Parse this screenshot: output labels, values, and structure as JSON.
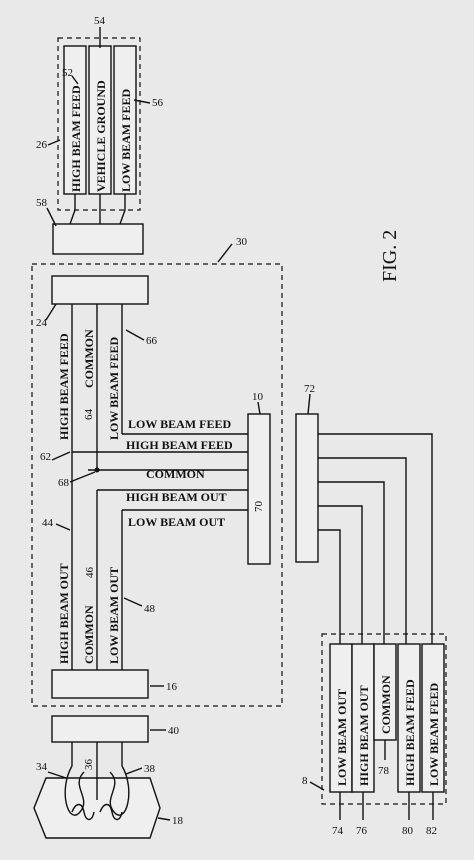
{
  "figure": {
    "title": "FIG. 2"
  },
  "top_harness": {
    "wires": [
      "HIGH BEAM FEED",
      "VEHICLE GROUND",
      "LOW BEAM FEED"
    ],
    "refs": {
      "group": "26",
      "high": "52",
      "ground": "54",
      "low": "56",
      "connector": "58"
    }
  },
  "module": {
    "ref": "30",
    "connector_top_ref": "24",
    "connector_bottom_ref": "16",
    "controller_ref": "10",
    "controller_pin_ref": "70",
    "left_top_wires": [
      "HIGH BEAM FEED",
      "COMMON",
      "LOW BEAM FEED"
    ],
    "left_top_refs": {
      "common": "64",
      "low": "66",
      "high": "62"
    },
    "left_bottom_wires": [
      "HIGH BEAM OUT",
      "COMMON",
      "LOW BEAM OUT"
    ],
    "left_bottom_refs": {
      "high": "44",
      "common": "46",
      "low": "48"
    },
    "common_ref": "68",
    "horizontal_wires": [
      "LOW BEAM FEED",
      "HIGH BEAM FEED",
      "COMMON",
      "HIGH BEAM OUT",
      "LOW BEAM OUT"
    ]
  },
  "right_connector": {
    "ref": "72"
  },
  "bottom_harness": {
    "ref": "8",
    "wires": [
      "LOW BEAM OUT",
      "HIGH BEAM OUT",
      "COMMON",
      "HIGH BEAM FEED",
      "LOW BEAM FEED"
    ],
    "refs": [
      "74",
      "76",
      "78",
      "80",
      "82"
    ]
  },
  "lamp": {
    "connector_ref": "40",
    "refs": {
      "left": "34",
      "center": "36",
      "right": "38",
      "lamp": "18"
    }
  }
}
